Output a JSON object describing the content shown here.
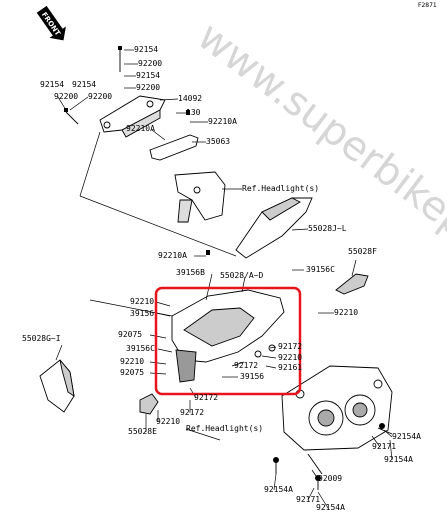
{
  "figure_code": "F2871",
  "front_marker": "FRONT",
  "watermark": "www.superbikep",
  "highlight_color": "#e8141b",
  "labels": {
    "p92154_top": "92154",
    "p92200_top": "92200",
    "p92154_b": "92154",
    "p92200_b": "92200",
    "p14092": "14092",
    "p92154_l1": "92154",
    "p92154_l2": "92154",
    "p92200_l1": "92200",
    "p92200_l2": "92200",
    "p130": "130",
    "p92210A_a": "92210A",
    "p92210A_b": "92210A",
    "p35063": "35063",
    "ref_headlight_1": "Ref.Headlight(s)",
    "p55028JL": "55028J~L",
    "p92210A_c": "92210A",
    "p39156B": "39156B",
    "p55028AD": "55028/A~D",
    "p39156C_a": "39156C",
    "p55028F": "55028F",
    "p92210_a": "92210",
    "p39156": "39156",
    "p92210_r": "92210",
    "p92075_a": "92075",
    "p55028GI": "55028G~I",
    "p39156C_b": "39156C",
    "p92210_b": "92210",
    "p92075_b": "92075",
    "p92172_a": "92172",
    "p92210_c": "92210",
    "p92161": "92161",
    "p92172_b": "92172",
    "p39156_b": "39156",
    "p92172_c": "92172",
    "p92172_d": "92172",
    "p92210_d": "92210",
    "p55028E": "55028E",
    "ref_headlight_2": "Ref.Headlight(s)",
    "p92154A_a": "92154A",
    "p92171_a": "92171",
    "p92154A_b": "92154A",
    "p92009": "92009",
    "p92154A_c": "92154A",
    "p92171_b": "92171",
    "p92154A_d": "92154A"
  }
}
